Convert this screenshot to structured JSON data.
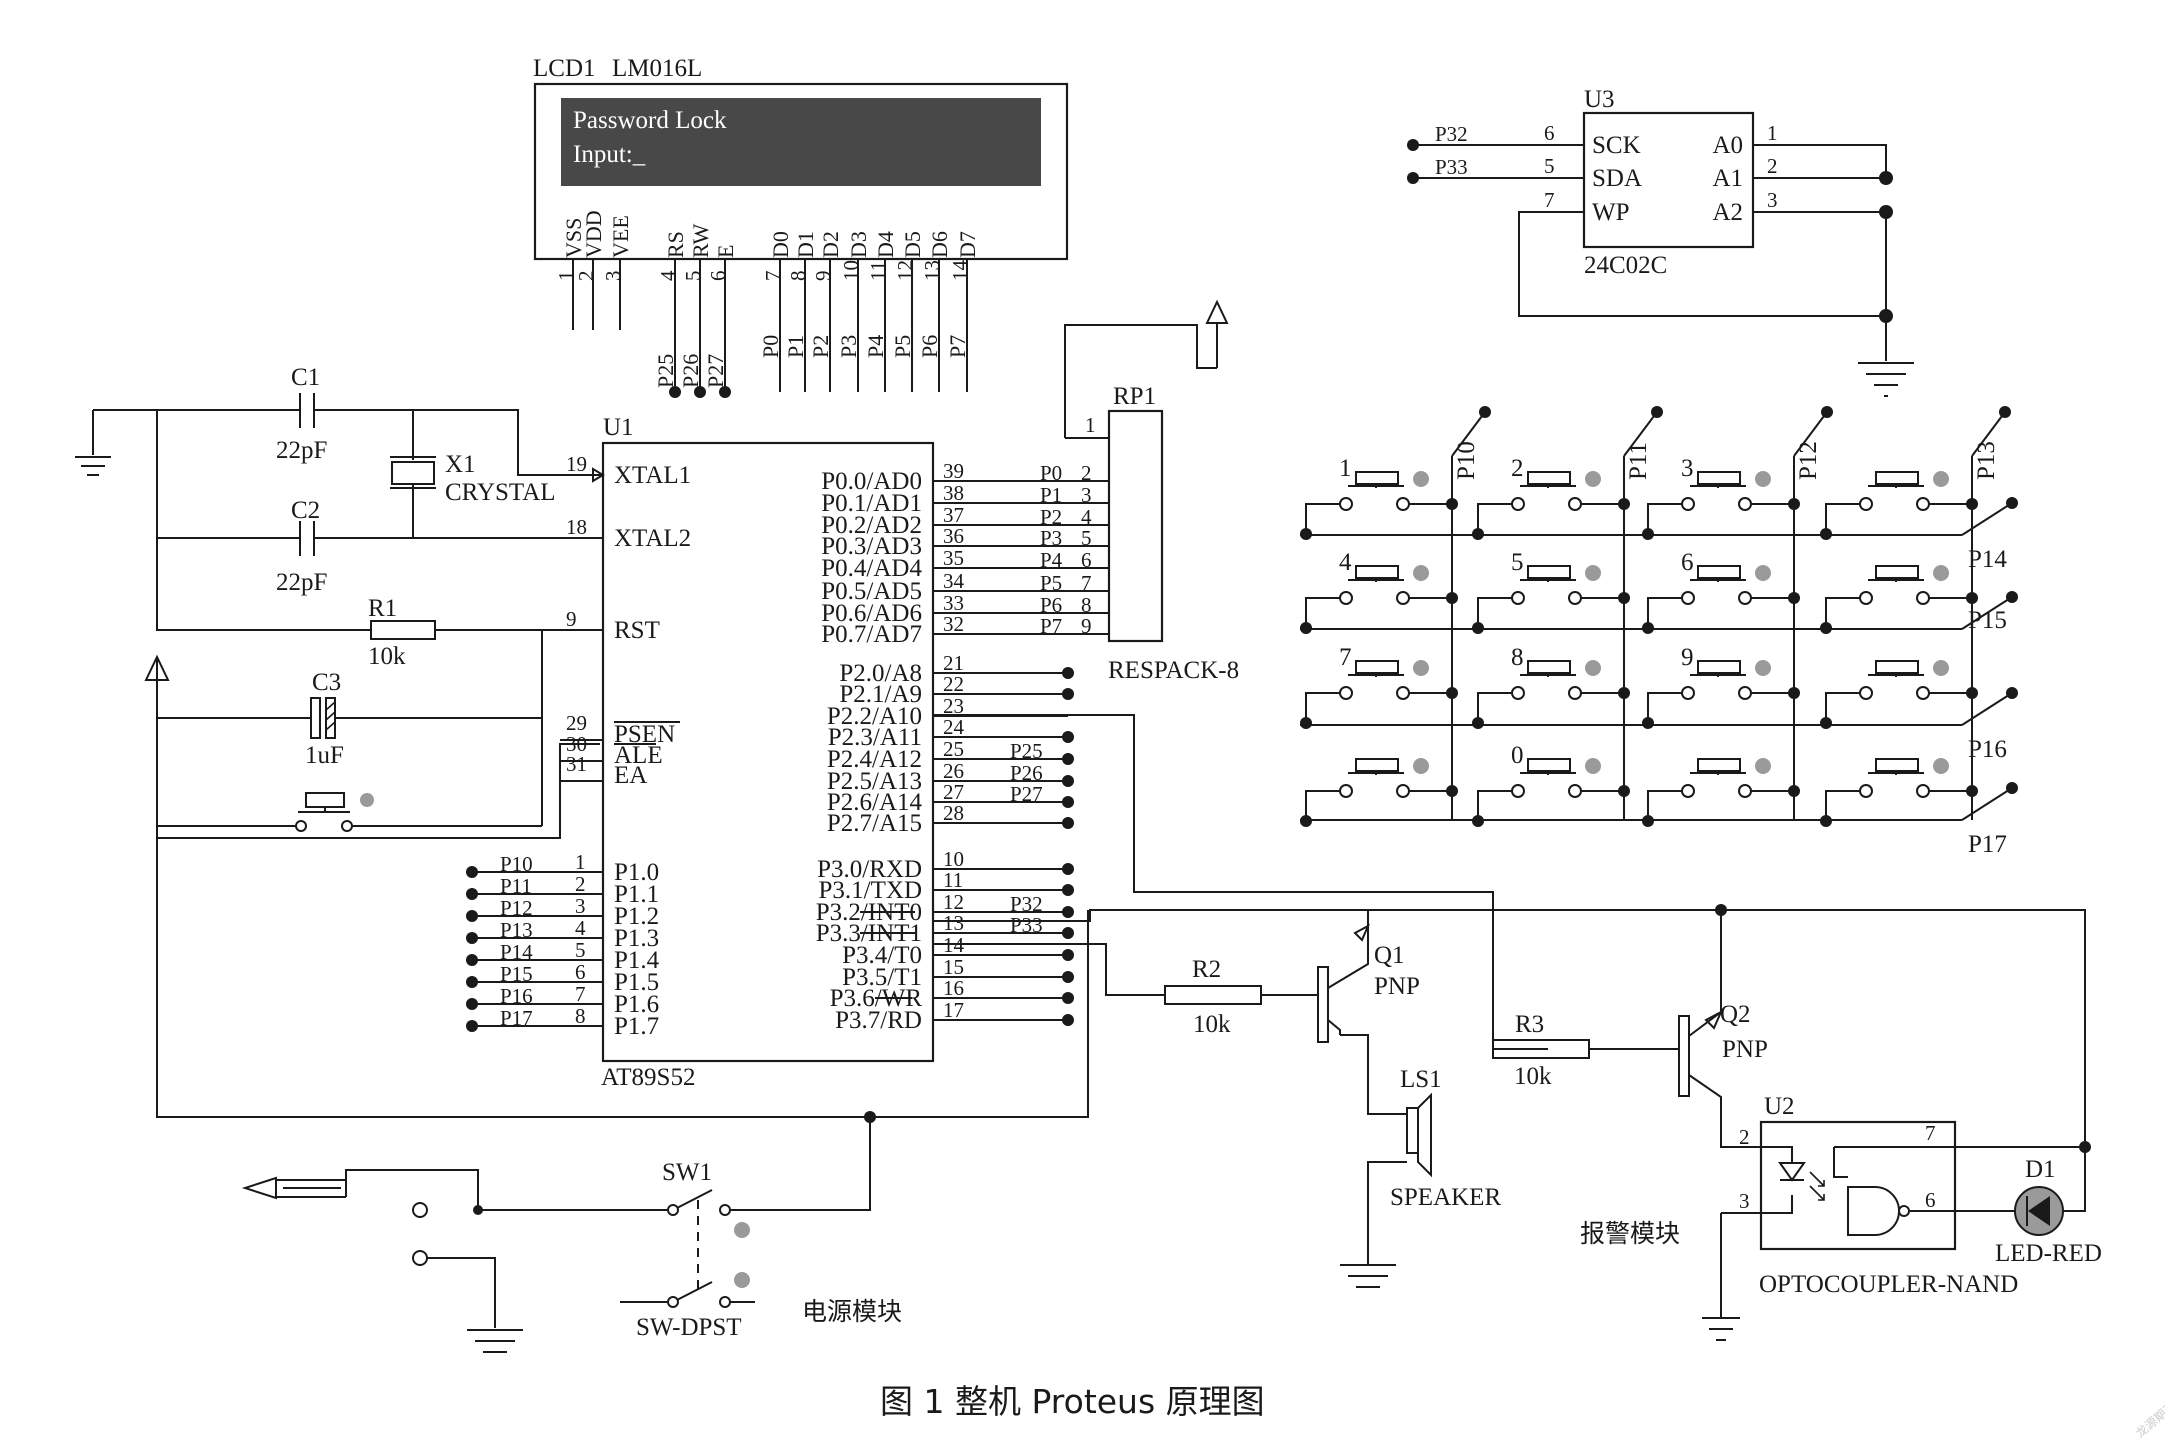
{
  "lcd": {
    "ref": "LCD1",
    "part": "LM016L",
    "line1": "Password  Lock",
    "line2": "Input:_",
    "pin_names": [
      "VSS",
      "VDD",
      "VEE",
      "RS",
      "RW",
      "E",
      "D0",
      "D1",
      "D2",
      "D3",
      "D4",
      "D5",
      "D6",
      "D7"
    ],
    "pin_numbers": [
      "1",
      "2",
      "3",
      "4",
      "5",
      "6",
      "7",
      "8",
      "9",
      "10",
      "11",
      "12",
      "13",
      "14"
    ],
    "control_nets": [
      "P25",
      "P26",
      "P27"
    ],
    "data_nets": [
      "P0",
      "P1",
      "P2",
      "P3",
      "P4",
      "P5",
      "P6",
      "P7"
    ]
  },
  "mcu": {
    "ref": "U1",
    "part": "AT89S52",
    "left_pins": [
      {
        "num": "19",
        "name": "XTAL1"
      },
      {
        "num": "18",
        "name": "XTAL2"
      },
      {
        "num": "9",
        "name": "RST"
      },
      {
        "num": "29",
        "name": "PSEN"
      },
      {
        "num": "30",
        "name": "ALE"
      },
      {
        "num": "31",
        "name": "EA"
      }
    ],
    "p1_pins": [
      {
        "num": "1",
        "name": "P1.0",
        "net": "P10"
      },
      {
        "num": "2",
        "name": "P1.1",
        "net": "P11"
      },
      {
        "num": "3",
        "name": "P1.2",
        "net": "P12"
      },
      {
        "num": "4",
        "name": "P1.3",
        "net": "P13"
      },
      {
        "num": "5",
        "name": "P1.4",
        "net": "P14"
      },
      {
        "num": "6",
        "name": "P1.5",
        "net": "P15"
      },
      {
        "num": "7",
        "name": "P1.6",
        "net": "P16"
      },
      {
        "num": "8",
        "name": "P1.7",
        "net": "P17"
      }
    ],
    "right_pins": [
      {
        "num": "39",
        "name": "P0.0/AD0",
        "net": "P0"
      },
      {
        "num": "38",
        "name": "P0.1/AD1",
        "net": "P1"
      },
      {
        "num": "37",
        "name": "P0.2/AD2",
        "net": "P2"
      },
      {
        "num": "36",
        "name": "P0.3/AD3",
        "net": "P3"
      },
      {
        "num": "35",
        "name": "P0.4/AD4",
        "net": "P4"
      },
      {
        "num": "34",
        "name": "P0.5/AD5",
        "net": "P5"
      },
      {
        "num": "33",
        "name": "P0.6/AD6",
        "net": "P6"
      },
      {
        "num": "32",
        "name": "P0.7/AD7",
        "net": "P7"
      },
      {
        "num": "21",
        "name": "P2.0/A8",
        "net": ""
      },
      {
        "num": "22",
        "name": "P2.1/A9",
        "net": ""
      },
      {
        "num": "23",
        "name": "P2.2/A10",
        "net": ""
      },
      {
        "num": "24",
        "name": "P2.3/A11",
        "net": ""
      },
      {
        "num": "25",
        "name": "P2.4/A12",
        "net": "P25"
      },
      {
        "num": "26",
        "name": "P2.5/A13",
        "net": "P26"
      },
      {
        "num": "27",
        "name": "P2.6/A14",
        "net": "P27"
      },
      {
        "num": "28",
        "name": "P2.7/A15",
        "net": ""
      },
      {
        "num": "10",
        "name": "P3.0/RXD",
        "net": ""
      },
      {
        "num": "11",
        "name": "P3.1/TXD",
        "net": ""
      },
      {
        "num": "12",
        "name": "P3.2/INT0",
        "net": "P32"
      },
      {
        "num": "13",
        "name": "P3.3/INT1",
        "net": "P33"
      },
      {
        "num": "14",
        "name": "P3.4/T0",
        "net": ""
      },
      {
        "num": "15",
        "name": "P3.5/T1",
        "net": ""
      },
      {
        "num": "16",
        "name": "P3.6/WR",
        "net": ""
      },
      {
        "num": "17",
        "name": "P3.7/RD",
        "net": ""
      }
    ]
  },
  "eeprom": {
    "ref": "U3",
    "part": "24C02C",
    "left_pins": [
      {
        "num": "6",
        "name": "SCK",
        "net": "P32"
      },
      {
        "num": "5",
        "name": "SDA",
        "net": "P33"
      },
      {
        "num": "7",
        "name": "WP",
        "net": ""
      }
    ],
    "right_pins": [
      {
        "num": "1",
        "name": "A0"
      },
      {
        "num": "2",
        "name": "A1"
      },
      {
        "num": "3",
        "name": "A2"
      }
    ]
  },
  "respack": {
    "ref": "RP1",
    "part": "RESPACK-8",
    "common_pin": "1",
    "pins": [
      "2",
      "3",
      "4",
      "5",
      "6",
      "7",
      "8",
      "9"
    ]
  },
  "passives": {
    "c1": {
      "ref": "C1",
      "value": "22pF"
    },
    "c2": {
      "ref": "C2",
      "value": "22pF"
    },
    "c3": {
      "ref": "C3",
      "value": "1uF"
    },
    "x1": {
      "ref": "X1",
      "value": "CRYSTAL"
    },
    "r1": {
      "ref": "R1",
      "value": "10k"
    },
    "r2": {
      "ref": "R2",
      "value": "10k"
    },
    "r3": {
      "ref": "R3",
      "value": "10k"
    }
  },
  "keypad": {
    "keys": [
      "1",
      "2",
      "3",
      "",
      "4",
      "5",
      "6",
      "",
      "7",
      "8",
      "9",
      "",
      "",
      "0",
      "",
      ""
    ],
    "column_nets": [
      "P10",
      "P11",
      "P12",
      "P13"
    ],
    "row_nets": [
      "P14",
      "P15",
      "P16",
      "P17"
    ]
  },
  "alarm": {
    "q1": {
      "ref": "Q1",
      "type": "PNP"
    },
    "q2": {
      "ref": "Q2",
      "type": "PNP"
    },
    "speaker": {
      "ref": "LS1",
      "part": "SPEAKER"
    },
    "opto": {
      "ref": "U2",
      "part": "OPTOCOUPLER-NAND",
      "pins": [
        "2",
        "3",
        "7",
        "6"
      ]
    },
    "led": {
      "ref": "D1",
      "part": "LED-RED"
    },
    "module_label": "报警模块"
  },
  "power": {
    "switch": {
      "ref": "SW1",
      "part": "SW-DPST"
    },
    "module_label": "电源模块"
  },
  "caption": "图 1   整机 Proteus 原理图",
  "watermark": "龙源期刊网"
}
